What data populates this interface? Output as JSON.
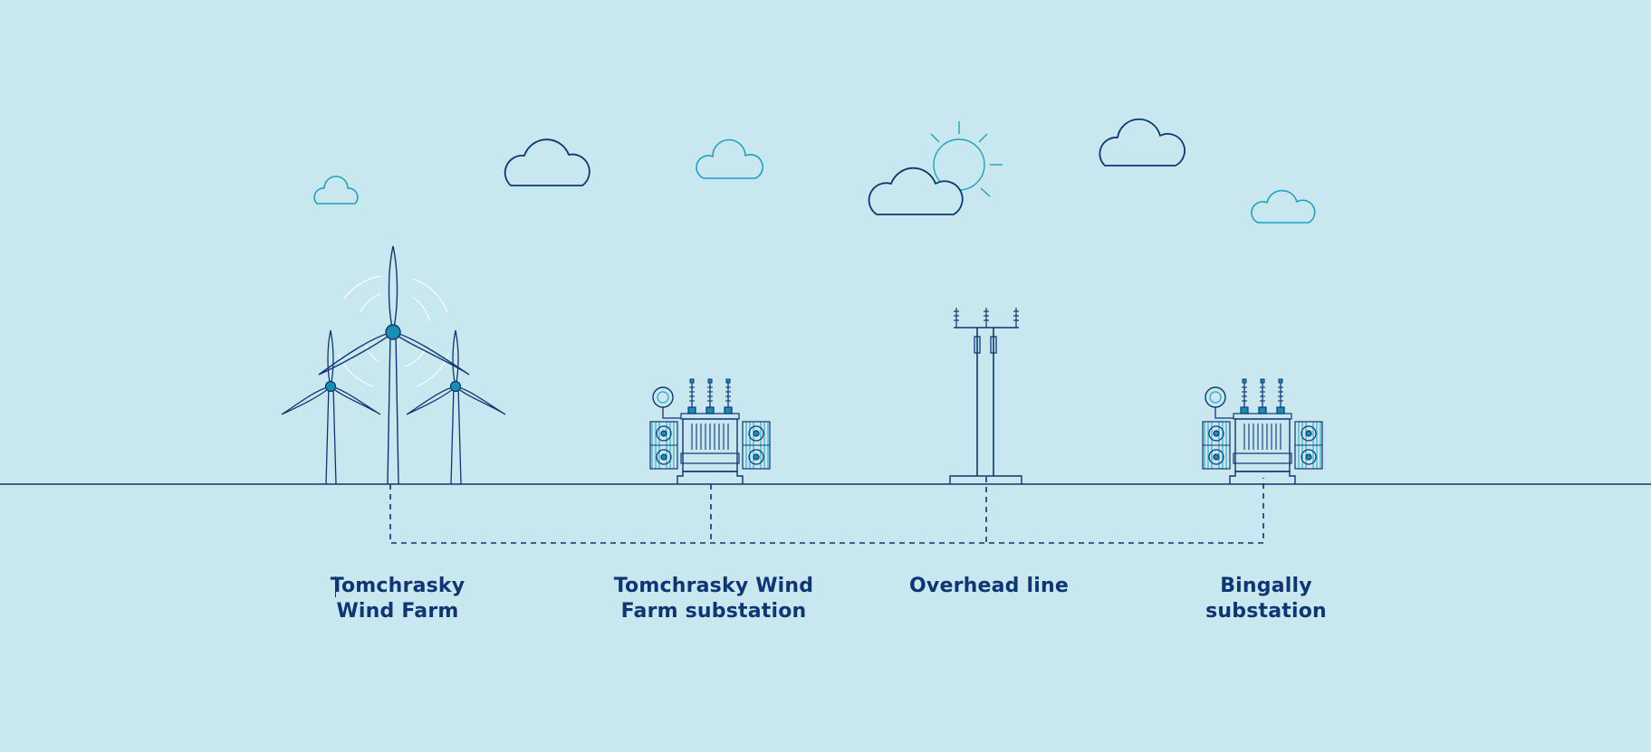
{
  "colors": {
    "background": "#c9e7ee",
    "navy": "#0d3677",
    "teal": "#1aa3c4",
    "teal_fill": "#168fb3",
    "glow": "#ffffff"
  },
  "stages": [
    {
      "line1": "Tomchrasky",
      "line2": "Wind Farm"
    },
    {
      "line1": "Tomchrasky Wind",
      "line2": "Farm substation"
    },
    {
      "line1": "Overhead line",
      "line2": ""
    },
    {
      "line1": "Bingally",
      "line2": "substation"
    }
  ],
  "icons": [
    "cloud-icon",
    "sun-icon",
    "wind-turbine-icon",
    "transformer-icon",
    "transmission-pylon-icon"
  ]
}
